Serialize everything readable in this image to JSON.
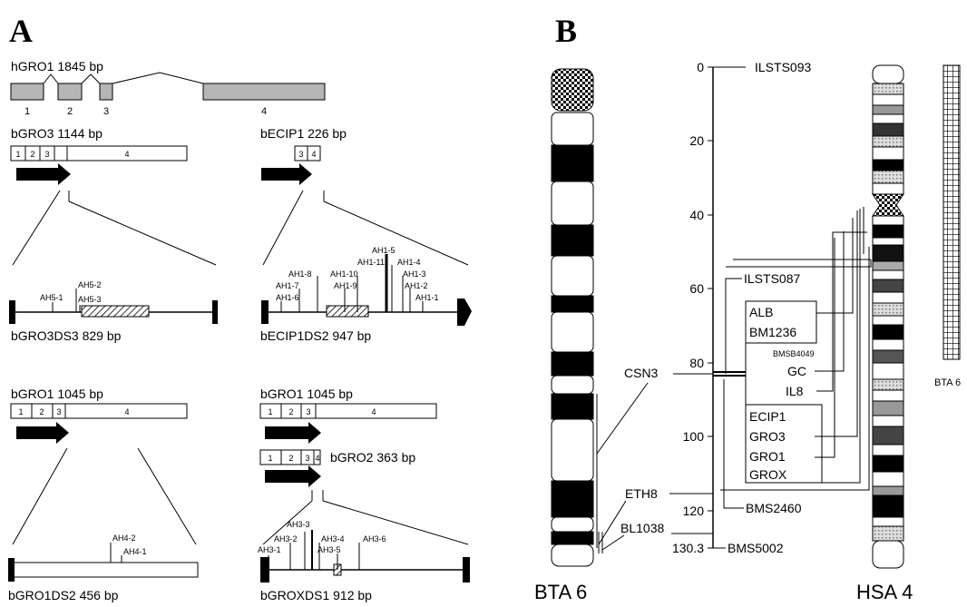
{
  "panels": {
    "a": "A",
    "b": "B"
  },
  "hgro1": {
    "title": "hGRO1 1845 bp",
    "exons": [
      "1",
      "2",
      "3",
      "4"
    ]
  },
  "bgro3": {
    "title": "bGRO3 1144 bp",
    "exons": [
      "1",
      "2",
      "3",
      "4"
    ]
  },
  "becip1": {
    "title": "bECIP1 226 bp",
    "exons": [
      "3",
      "4"
    ]
  },
  "bgro3ds3": {
    "title": "bGRO3DS3 829 bp",
    "sites": [
      "AH5-1",
      "AH5-2",
      "AH5-3"
    ]
  },
  "becip1ds2": {
    "title": "bECIP1DS2 947 bp",
    "sites": [
      "AH1-5",
      "AH1-11",
      "AH1-4",
      "AH1-8",
      "AH1-10",
      "AH1-3",
      "AH1-7",
      "AH1-9",
      "AH1-2",
      "AH1-6",
      "AH1-1"
    ]
  },
  "bgro1_left": {
    "title": "bGRO1 1045 bp",
    "exons": [
      "1",
      "2",
      "3",
      "4"
    ]
  },
  "bgro1_right": {
    "title": "bGRO1 1045 bp",
    "exons": [
      "1",
      "2",
      "3",
      "4"
    ]
  },
  "bgro2": {
    "title": "bGRO2 363 bp",
    "exons": [
      "1",
      "2",
      "3",
      "4"
    ]
  },
  "bgro1ds2": {
    "title": "bGRO1DS2 456 bp",
    "sites": [
      "AH4-2",
      "AH4-1"
    ]
  },
  "bgroxds1": {
    "title": "bGROXDS1 912 bp",
    "sites": [
      "AH3-3",
      "AH3-2",
      "AH3-4",
      "AH3-6",
      "AH3-1",
      "AH3-5"
    ]
  },
  "map": {
    "scale_ticks": [
      "0",
      "20",
      "40",
      "60",
      "80",
      "100",
      "120",
      "130.3"
    ],
    "markers": {
      "ilsts093": "ILSTS093",
      "ilsts087": "ILSTS087",
      "csn3": "CSN3",
      "eth8": "ETH8",
      "bl1038": "BL1038",
      "bms2460": "BMS2460",
      "bms5002": "BMS5002"
    },
    "gene_box1": [
      "ALB",
      "BM1236"
    ],
    "bmsb4049": "BMSB4049",
    "gc": "GC",
    "il8": "IL8",
    "gene_box2": [
      "ECIP1",
      "GRO3",
      "GRO1",
      "GROX"
    ],
    "chromosomes": {
      "bta6": "BTA 6",
      "hsa4": "HSA 4",
      "bta6_small": "BTA 6"
    }
  },
  "colors": {
    "exon_gray": "#b5b5b5",
    "line": "#000000"
  }
}
